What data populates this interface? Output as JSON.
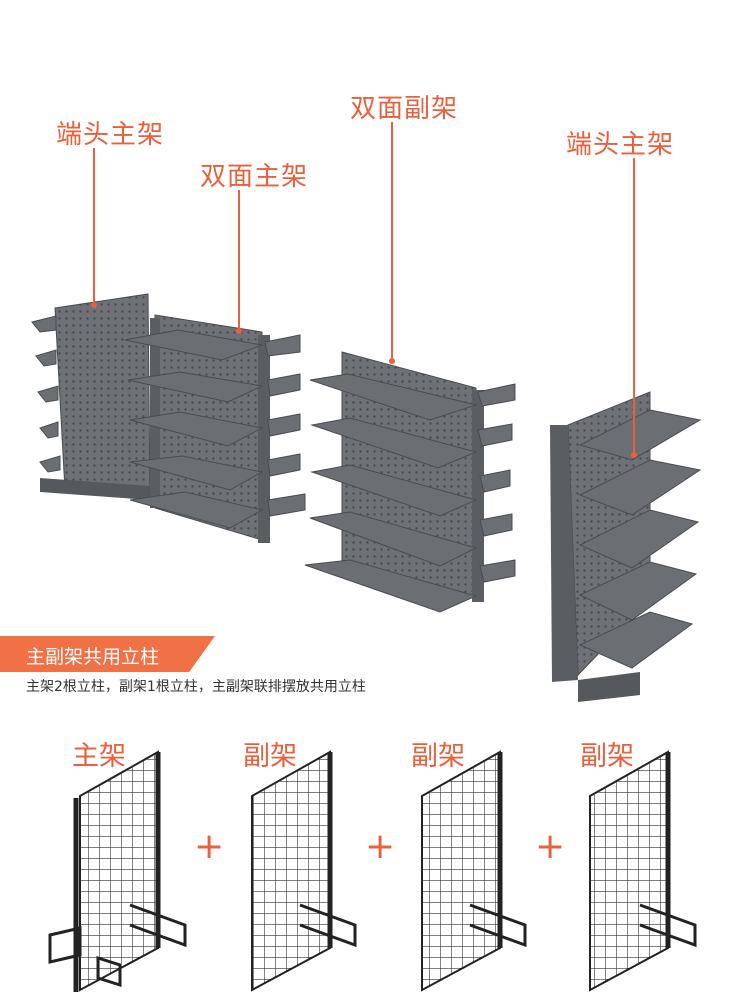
{
  "callouts": {
    "end_main_left": "端头主架",
    "double_main": "双面主架",
    "double_sub": "双面副架",
    "end_main_right": "端头主架"
  },
  "banner": {
    "title": "主副架共用立柱",
    "description": "主架2根立柱，副架1根立柱，主副架联排摆放共用立柱"
  },
  "assembly": {
    "main": "主架",
    "sub1": "副架",
    "sub2": "副架",
    "sub3": "副架",
    "plus": "+"
  },
  "colors": {
    "accent": "#e8603c",
    "banner": "#ef7145",
    "shelf": "#6b6e73",
    "shelf_dark": "#55585d"
  }
}
